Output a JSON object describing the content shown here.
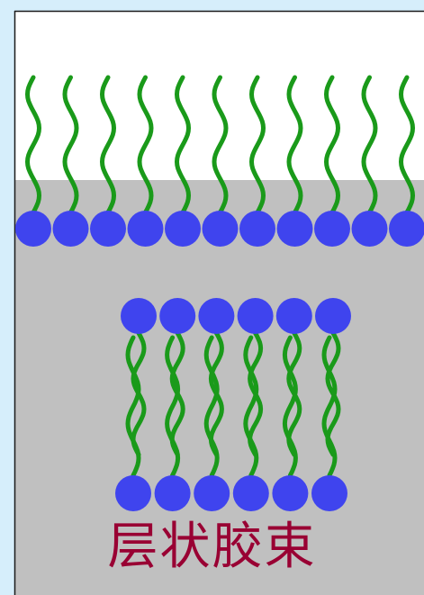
{
  "caption": "层状胶束",
  "colors": {
    "page_bg": "#d6eefb",
    "frame": "#1a1a1a",
    "air": "#ffffff",
    "water": "#c0c0c0",
    "head": "#3f44ee",
    "tail": "#1a9a1a",
    "caption": "#990033"
  },
  "surface_monolayer": {
    "molecule_count": 11,
    "orientation": "heads-down-tails-up"
  },
  "lamellar_micelle": {
    "top_leaflet": {
      "molecule_count": 6,
      "orientation": "heads-up-tails-down"
    },
    "bottom_leaflet": {
      "molecule_count": 6,
      "orientation": "heads-down-tails-up"
    }
  },
  "icons": {
    "head": "circle",
    "tail": "wavy-line"
  }
}
